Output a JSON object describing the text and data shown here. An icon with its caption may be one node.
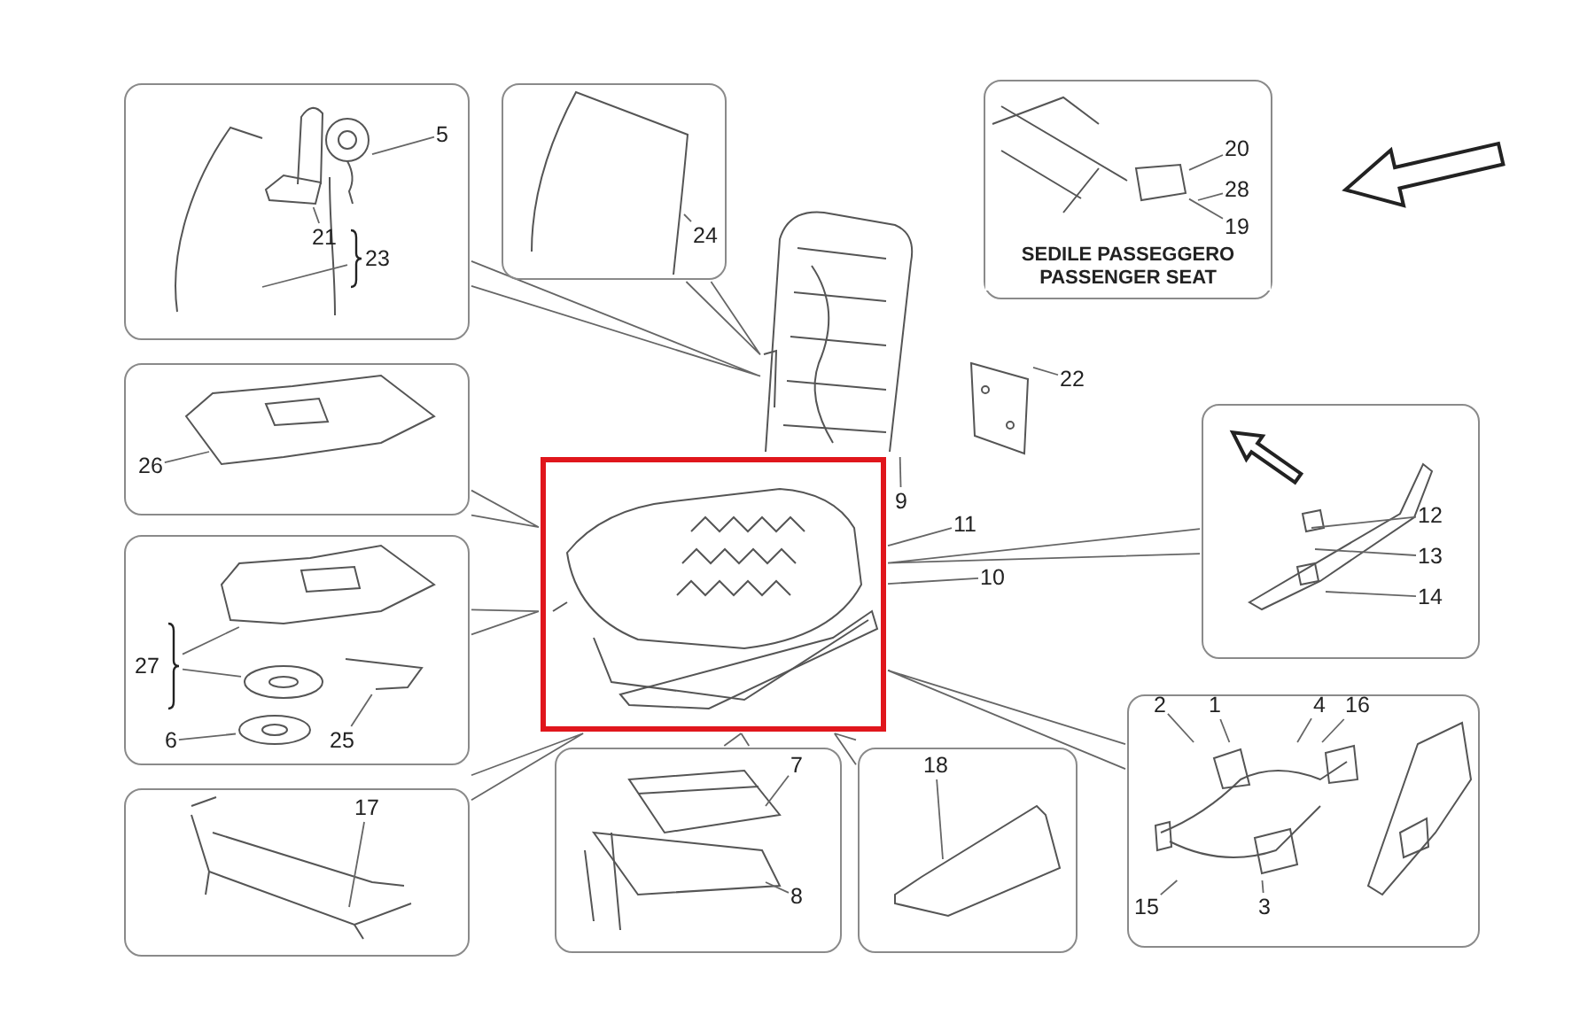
{
  "diagram": {
    "nodes": [
      {
        "text": [],
        "shape": "box"
      },
      {
        "text": [
          "5"
        ],
        "in": 0
      },
      {
        "text": [
          "21"
        ],
        "in": 0
      },
      {
        "text": [
          "23"
        ],
        "in": 0
      },
      {
        "text": [],
        "shape": "box"
      },
      {
        "text": [
          "24"
        ],
        "in": 4
      },
      {
        "text": [
          "SEDILE PASSEGGERO PASSENGER SEAT"
        ]
      },
      {
        "text": [
          "20"
        ],
        "in": 6
      },
      {
        "text": [
          "28"
        ],
        "in": 6
      },
      {
        "text": [
          "19"
        ],
        "in": 6
      },
      {
        "text": [],
        "shape": "picture"
      },
      {
        "text": [
          "22"
        ]
      },
      {
        "text": [],
        "shape": "box"
      },
      {
        "text": [
          "26"
        ],
        "in": 12
      },
      {
        "text": [],
        "shape": "picture"
      },
      {
        "text": [
          "9"
        ]
      },
      {
        "text": [
          "11"
        ]
      },
      {
        "text": [
          "10"
        ]
      },
      {
        "text": [],
        "shape": "box"
      },
      {
        "text": [
          "12"
        ],
        "in": 18
      },
      {
        "text": [
          "13"
        ],
        "in": 18
      },
      {
        "text": [
          "14"
        ],
        "in": 18
      },
      {
        "text": [],
        "shape": "box"
      },
      {
        "text": [
          "27"
        ],
        "in": 22
      },
      {
        "text": [
          "6"
        ],
        "in": 22
      },
      {
        "text": [
          "25"
        ],
        "in": 22
      },
      {
        "text": [],
        "shape": "box"
      },
      {
        "text": [
          "17"
        ],
        "in": 26
      },
      {
        "text": [],
        "shape": "box"
      },
      {
        "text": [
          "7"
        ],
        "in": 28
      },
      {
        "text": [
          "8"
        ],
        "in": 28
      },
      {
        "text": [],
        "shape": "box"
      },
      {
        "text": [
          "18"
        ],
        "in": 31
      },
      {
        "text": [],
        "shape": "box"
      },
      {
        "text": [
          "2"
        ],
        "in": 33
      },
      {
        "text": [
          "1"
        ],
        "in": 33
      },
      {
        "text": [
          "4"
        ],
        "in": 33
      },
      {
        "text": [
          "16"
        ],
        "in": 33
      },
      {
        "text": [
          "15"
        ],
        "in": 33
      },
      {
        "text": [
          "3"
        ],
        "in": 33
      },
      {
        "text": [],
        "shape": "picture",
        "in": 0
      },
      {
        "text": [],
        "shape": "picture",
        "in": 0
      },
      {
        "text": [],
        "shape": "picture",
        "in": 6
      },
      {
        "text": [],
        "shape": "picture",
        "in": 22
      },
      {
        "text": [],
        "shape": "picture",
        "in": 22
      },
      {
        "text": [],
        "shape": "picture",
        "in": 22
      },
      {
        "text": [],
        "shape": "picture",
        "in": 33
      },
      {
        "text": [],
        "shape": "picture",
        "in": 22
      }
    ],
    "edges": [
      {
        "from": 1,
        "to": 41,
        "arrow": "none"
      },
      {
        "from": 2,
        "to": 40,
        "arrow": "none"
      },
      {
        "from": 3,
        "to": null,
        "arrow": "none"
      },
      {
        "from": 5,
        "to": null,
        "arrow": "none"
      },
      {
        "from": 7,
        "to": 42,
        "arrow": "none"
      },
      {
        "from": 8,
        "to": null,
        "arrow": "none"
      },
      {
        "from": 9,
        "to": 42,
        "arrow": "none"
      },
      {
        "from": 11,
        "to": 10,
        "arrow": "none"
      },
      {
        "from": 13,
        "to": null,
        "arrow": "none"
      },
      {
        "from": 15,
        "to": 10,
        "arrow": "none"
      },
      {
        "from": 16,
        "to": 14,
        "arrow": "none"
      },
      {
        "from": 17,
        "to": 14,
        "arrow": "none"
      },
      {
        "from": 19,
        "to": null,
        "arrow": "none"
      },
      {
        "from": 20,
        "to": null,
        "arrow": "none"
      },
      {
        "from": 21,
        "to": null,
        "arrow": "none"
      },
      {
        "from": 23,
        "to": 43,
        "arrow": "none"
      },
      {
        "from": 23,
        "to": 44,
        "arrow": "none"
      },
      {
        "from": 24,
        "to": 45,
        "arrow": "none"
      },
      {
        "from": 25,
        "to": 47,
        "arrow": "none"
      },
      {
        "from": 27,
        "to": null,
        "arrow": "none"
      },
      {
        "from": 29,
        "to": null,
        "arrow": "none"
      },
      {
        "from": 30,
        "to": null,
        "arrow": "none"
      },
      {
        "from": 32,
        "to": null,
        "arrow": "none"
      },
      {
        "from": 34,
        "to": 46,
        "arrow": "none"
      },
      {
        "from": 35,
        "to": 46,
        "arrow": "none"
      },
      {
        "from": 36,
        "to": 46,
        "arrow": "none"
      },
      {
        "from": 37,
        "to": 46,
        "arrow": "none"
      },
      {
        "from": 38,
        "to": 46,
        "arrow": "none"
      },
      {
        "from": 39,
        "to": 46,
        "arrow": "none"
      },
      {
        "from": 0,
        "to": 10,
        "arrow": "none"
      },
      {
        "from": 4,
        "to": 10,
        "arrow": "none"
      },
      {
        "from": 12,
        "to": 14,
        "arrow": "none"
      },
      {
        "from": 18,
        "to": 14,
        "arrow": "none"
      },
      {
        "from": 22,
        "to": 14,
        "arrow": "none"
      },
      {
        "from": 26,
        "to": 14,
        "arrow": "none"
      },
      {
        "from": 28,
        "to": 14,
        "arrow": "none"
      },
      {
        "from": 31,
        "to": 14,
        "arrow": "none"
      },
      {
        "from": 33,
        "to": 14,
        "arrow": "none"
      }
    ]
  }
}
